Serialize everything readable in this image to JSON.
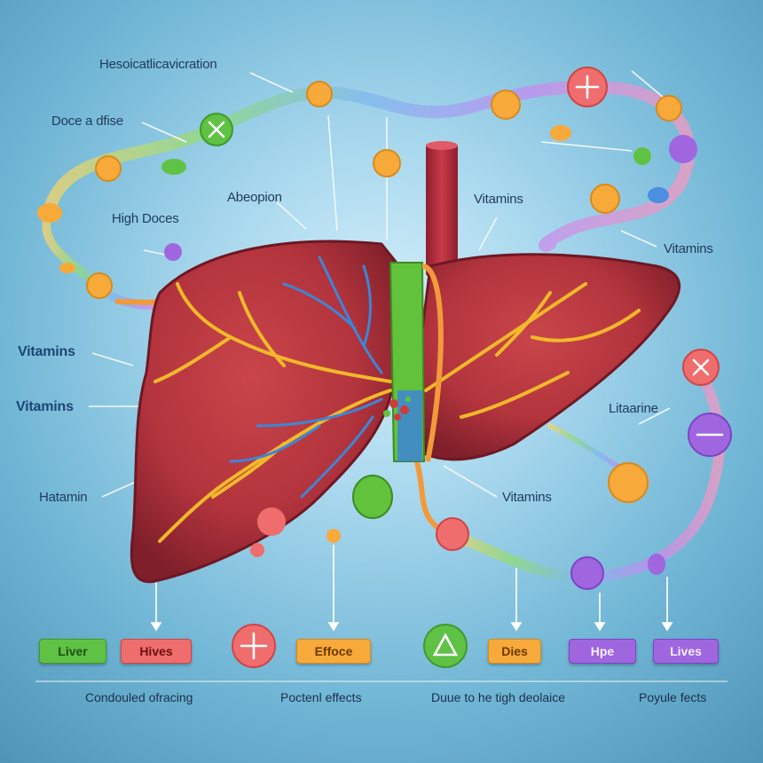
{
  "labels": {
    "top_title": "Hesoicatlicavicration",
    "dose": "Doce a dfise",
    "high_doses": "High Doces",
    "absorption": "Abeopion",
    "vitamins_center": "Vitamins",
    "vitamins_right": "Vitamins",
    "vitamins_left_1": "Vitamins",
    "vitamins_left_2": "Vitamins",
    "hatamin": "Hatamin",
    "litaarine": "Litaarine",
    "vitamins_lower": "Vitamins"
  },
  "legend": {
    "liver": "Liver",
    "hives": "Hives",
    "effoce": "Effoce",
    "dies": "Dies",
    "hpe": "Hpe",
    "lives": "Lives"
  },
  "footer": {
    "col1": "Condouled ofracing",
    "col2": "Poctenl effects",
    "col3": "Duue to he tigh deolaice",
    "col4": "Poyule fects"
  },
  "colors": {
    "liver": "#b3343d",
    "liver_dark": "#7a1a25",
    "bile_yellow": "#f2b82a",
    "vein_blue": "#3d86d6",
    "duct_green": "#62c23c",
    "vessel_red": "#b92b3a",
    "pill_orange": "#f7a93a",
    "pill_green": "#5fc244",
    "pill_red": "#f06d6d",
    "pill_purple": "#9f66e0",
    "pill_blue": "#4a8fe0"
  }
}
